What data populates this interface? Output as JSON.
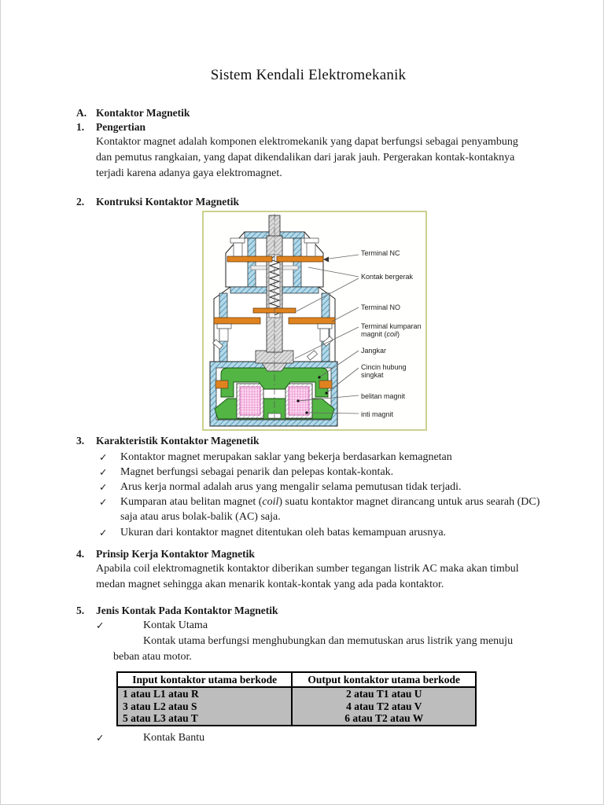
{
  "page_title": "Sistem Kendali Elektromekanik",
  "check": "✓",
  "section_a": {
    "num": "A.",
    "title": "Kontaktor Magnetik"
  },
  "s1": {
    "num": "1.",
    "title": "Pengertian",
    "body": "Kontaktor magnet adalah komponen elektromekanik yang dapat berfungsi sebagai penyambung dan pemutus rangkaian, yang dapat dikendalikan dari jarak jauh. Pergerakan kontak-kontaknya terjadi karena adanya gaya elektromagnet."
  },
  "s2": {
    "num": "2.",
    "title": "Kontruksi Kontaktor Magnetik",
    "figure": {
      "label_terminal_nc": "Terminal NC",
      "label_kontak_bergerak": "Kontak bergerak",
      "label_terminal_no": "Terminal NO",
      "label_kumparan_l1": "Terminal kumparan",
      "label_kumparan_l2a": "magnit (",
      "label_kumparan_l2b": "coil",
      "label_kumparan_l2c": ")",
      "label_jangkar": "Jangkar",
      "label_cincin_l1": "Cincin hubung",
      "label_cincin_l2": "singkat",
      "label_belitan": "belitan magnit",
      "label_inti": "inti magnit"
    }
  },
  "s3": {
    "num": "3.",
    "title": "Karakteristik Kontaktor Magenetik",
    "b1": "Kontaktor magnet merupakan saklar yang bekerja berdasarkan kemagnetan",
    "b2": "Magnet berfungsi sebagai penarik dan pelepas kontak-kontak.",
    "b3": "Arus kerja normal adalah arus yang mengalir selama pemutusan tidak terjadi.",
    "b4_pre": "Kumparan atau belitan magnet (",
    "b4_it": "coil",
    "b4_post": ") suatu kontaktor magnet dirancang untuk arus searah (DC) saja atau arus bolak-balik (AC) saja.",
    "b5": "Ukuran dari kontaktor magnet ditentukan oleh batas kemampuan arusnya."
  },
  "s4": {
    "num": "4.",
    "title": "Prinsip Kerja Kontaktor Magnetik",
    "body": "Apabila coil elektromagnetik kontaktor diberikan sumber tegangan listrik AC maka akan timbul medan magnet sehingga akan menarik kontak-kontak yang ada pada kontaktor."
  },
  "s5": {
    "num": "5.",
    "title": "Jenis Kontak Pada Kontaktor Magnetik",
    "sub1_title": "Kontak Utama",
    "sub1_body": "Kontak utama berfungsi menghubungkan dan memutuskan arus listrik yang menuju beban atau motor.",
    "sub2_title": "Kontak Bantu",
    "table": {
      "header_input": "Input kontaktor utama berkode",
      "header_output": "Output kontaktor utama berkode",
      "rows": [
        [
          "1 atau L1 atau R",
          "2 atau T1 atau U"
        ],
        [
          "3 atau L2 atau S",
          "4 atau T2 atau V"
        ],
        [
          "5 atau L3 atau T",
          "6 atau T2 atau W"
        ]
      ]
    }
  },
  "colors": {
    "figure_border": "#cdd08f",
    "housing_blue": "#b3d9e8",
    "terminal_orange": "#e0831f",
    "core_green": "#53b544",
    "coil_pink": "#fbd7ee",
    "table_row_bg": "#bdbdbd"
  }
}
